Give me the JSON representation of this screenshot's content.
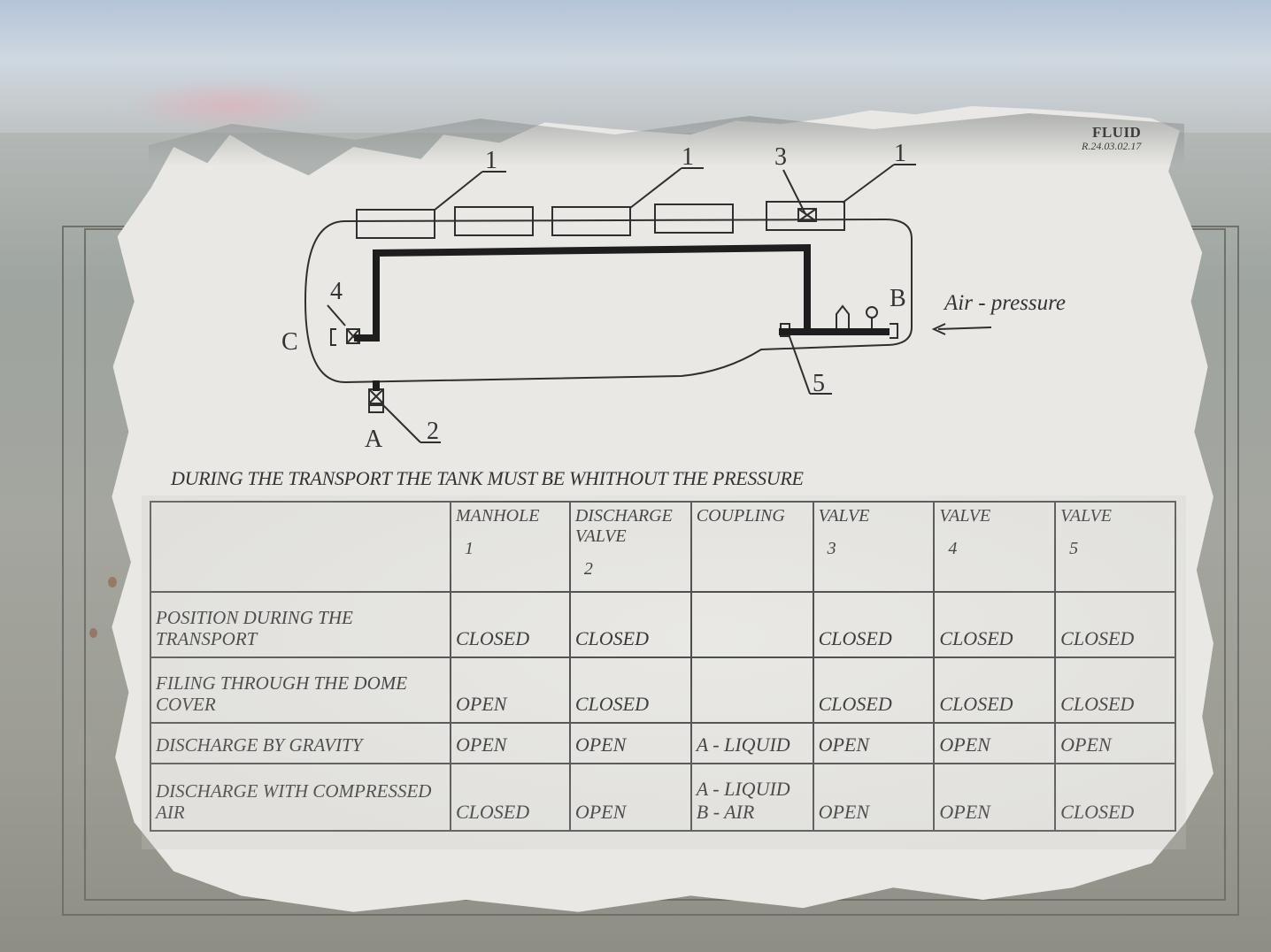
{
  "brand": {
    "name": "FLUID",
    "code": "R.24.03.02.17"
  },
  "diagram": {
    "manhole_label": "1",
    "valve3_label": "3",
    "valve4_label": "4",
    "valve5_label": "5",
    "valve2_label": "2",
    "point_a": "A",
    "point_b": "B",
    "point_c": "C",
    "air_pressure": "Air - pressure"
  },
  "notice": "DURING THE TRANSPORT THE TANK MUST BE WHITHOUT THE PRESSURE",
  "table": {
    "headers": [
      {
        "label": "MANHOLE",
        "number": "1"
      },
      {
        "label": "DISCHARGE VALVE",
        "number": "2"
      },
      {
        "label": "COUPLING",
        "number": ""
      },
      {
        "label": "VALVE",
        "number": "3"
      },
      {
        "label": "VALVE",
        "number": "4"
      },
      {
        "label": "VALVE",
        "number": "5"
      }
    ],
    "rows": [
      {
        "label": "POSITION DURING THE TRANSPORT",
        "cells": [
          "CLOSED",
          "CLOSED",
          "",
          "CLOSED",
          "CLOSED",
          "CLOSED"
        ]
      },
      {
        "label": "FILING THROUGH THE DOME COVER",
        "cells": [
          "OPEN",
          "CLOSED",
          "",
          "CLOSED",
          "CLOSED",
          "CLOSED"
        ]
      },
      {
        "label": "DISCHARGE BY GRAVITY",
        "cells": [
          "OPEN",
          "OPEN",
          "A - LIQUID",
          "OPEN",
          "OPEN",
          "OPEN"
        ]
      },
      {
        "label": "DISCHARGE WITH COMPRESSED AIR",
        "cells": [
          "CLOSED",
          "OPEN",
          "A - LIQUID\nB - AIR",
          "OPEN",
          "OPEN",
          "CLOSED"
        ]
      }
    ]
  }
}
